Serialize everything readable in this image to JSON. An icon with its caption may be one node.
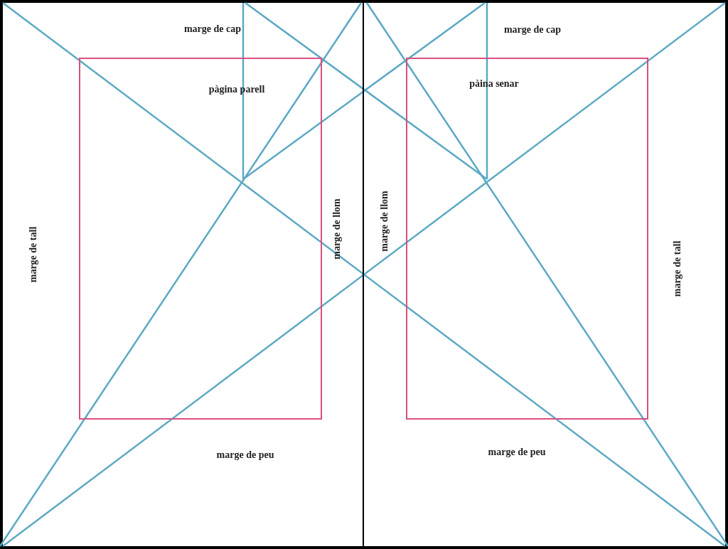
{
  "diagram": {
    "labels": [
      "marge de cap",
      "marge de cap",
      "pàgina parell",
      "pàina senar",
      "marge de llom",
      "marge de llom",
      "marge de tall",
      "marge de tall",
      "marge de peu",
      "marge de peu"
    ]
  }
}
